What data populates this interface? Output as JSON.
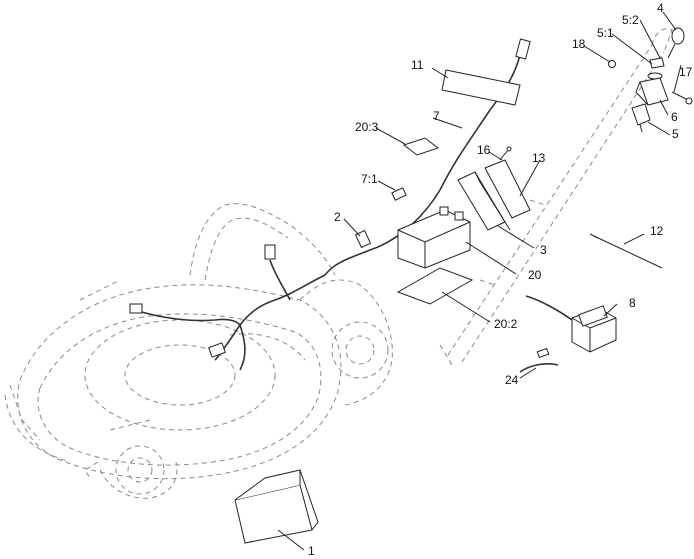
{
  "diagram": {
    "callouts": [
      {
        "id": "c1",
        "label": "1"
      },
      {
        "id": "c2",
        "label": "2"
      },
      {
        "id": "c3",
        "label": "3"
      },
      {
        "id": "c4",
        "label": "4"
      },
      {
        "id": "c5",
        "label": "5"
      },
      {
        "id": "c6",
        "label": "6"
      },
      {
        "id": "c7",
        "label": "7"
      },
      {
        "id": "c7_1",
        "label": "7:1"
      },
      {
        "id": "c8",
        "label": "8"
      },
      {
        "id": "c11",
        "label": "11"
      },
      {
        "id": "c12",
        "label": "12"
      },
      {
        "id": "c13",
        "label": "13"
      },
      {
        "id": "c16",
        "label": "16"
      },
      {
        "id": "c17",
        "label": "17"
      },
      {
        "id": "c18",
        "label": "18"
      },
      {
        "id": "c20",
        "label": "20"
      },
      {
        "id": "c20_2",
        "label": "20:2"
      },
      {
        "id": "c20_3",
        "label": "20:3"
      },
      {
        "id": "c24",
        "label": "24"
      },
      {
        "id": "c5_1",
        "label": "5:1"
      },
      {
        "id": "c5_2",
        "label": "5:2"
      }
    ]
  },
  "colors": {
    "line": "#222222",
    "dashed": "#8a8a8a",
    "background": "#ffffff"
  }
}
